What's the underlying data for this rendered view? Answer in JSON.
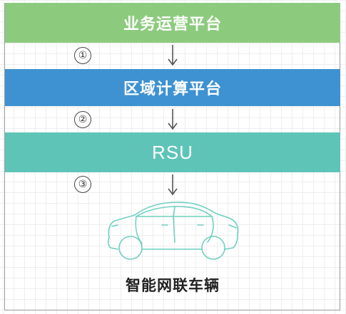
{
  "layers": {
    "business_platform": "业务运营平台",
    "regional_platform": "区域计算平台",
    "rsu": "RSU",
    "vehicle": "智能网联车辆"
  },
  "steps": [
    "①",
    "②",
    "③"
  ],
  "colors": {
    "business": "#8ccb7e",
    "regional": "#3e92d2",
    "rsu": "#5fc4b8",
    "car_outline": "#6fcfc1"
  },
  "icons": {
    "vehicle": "car-icon",
    "flow": "arrow-down-icon"
  }
}
